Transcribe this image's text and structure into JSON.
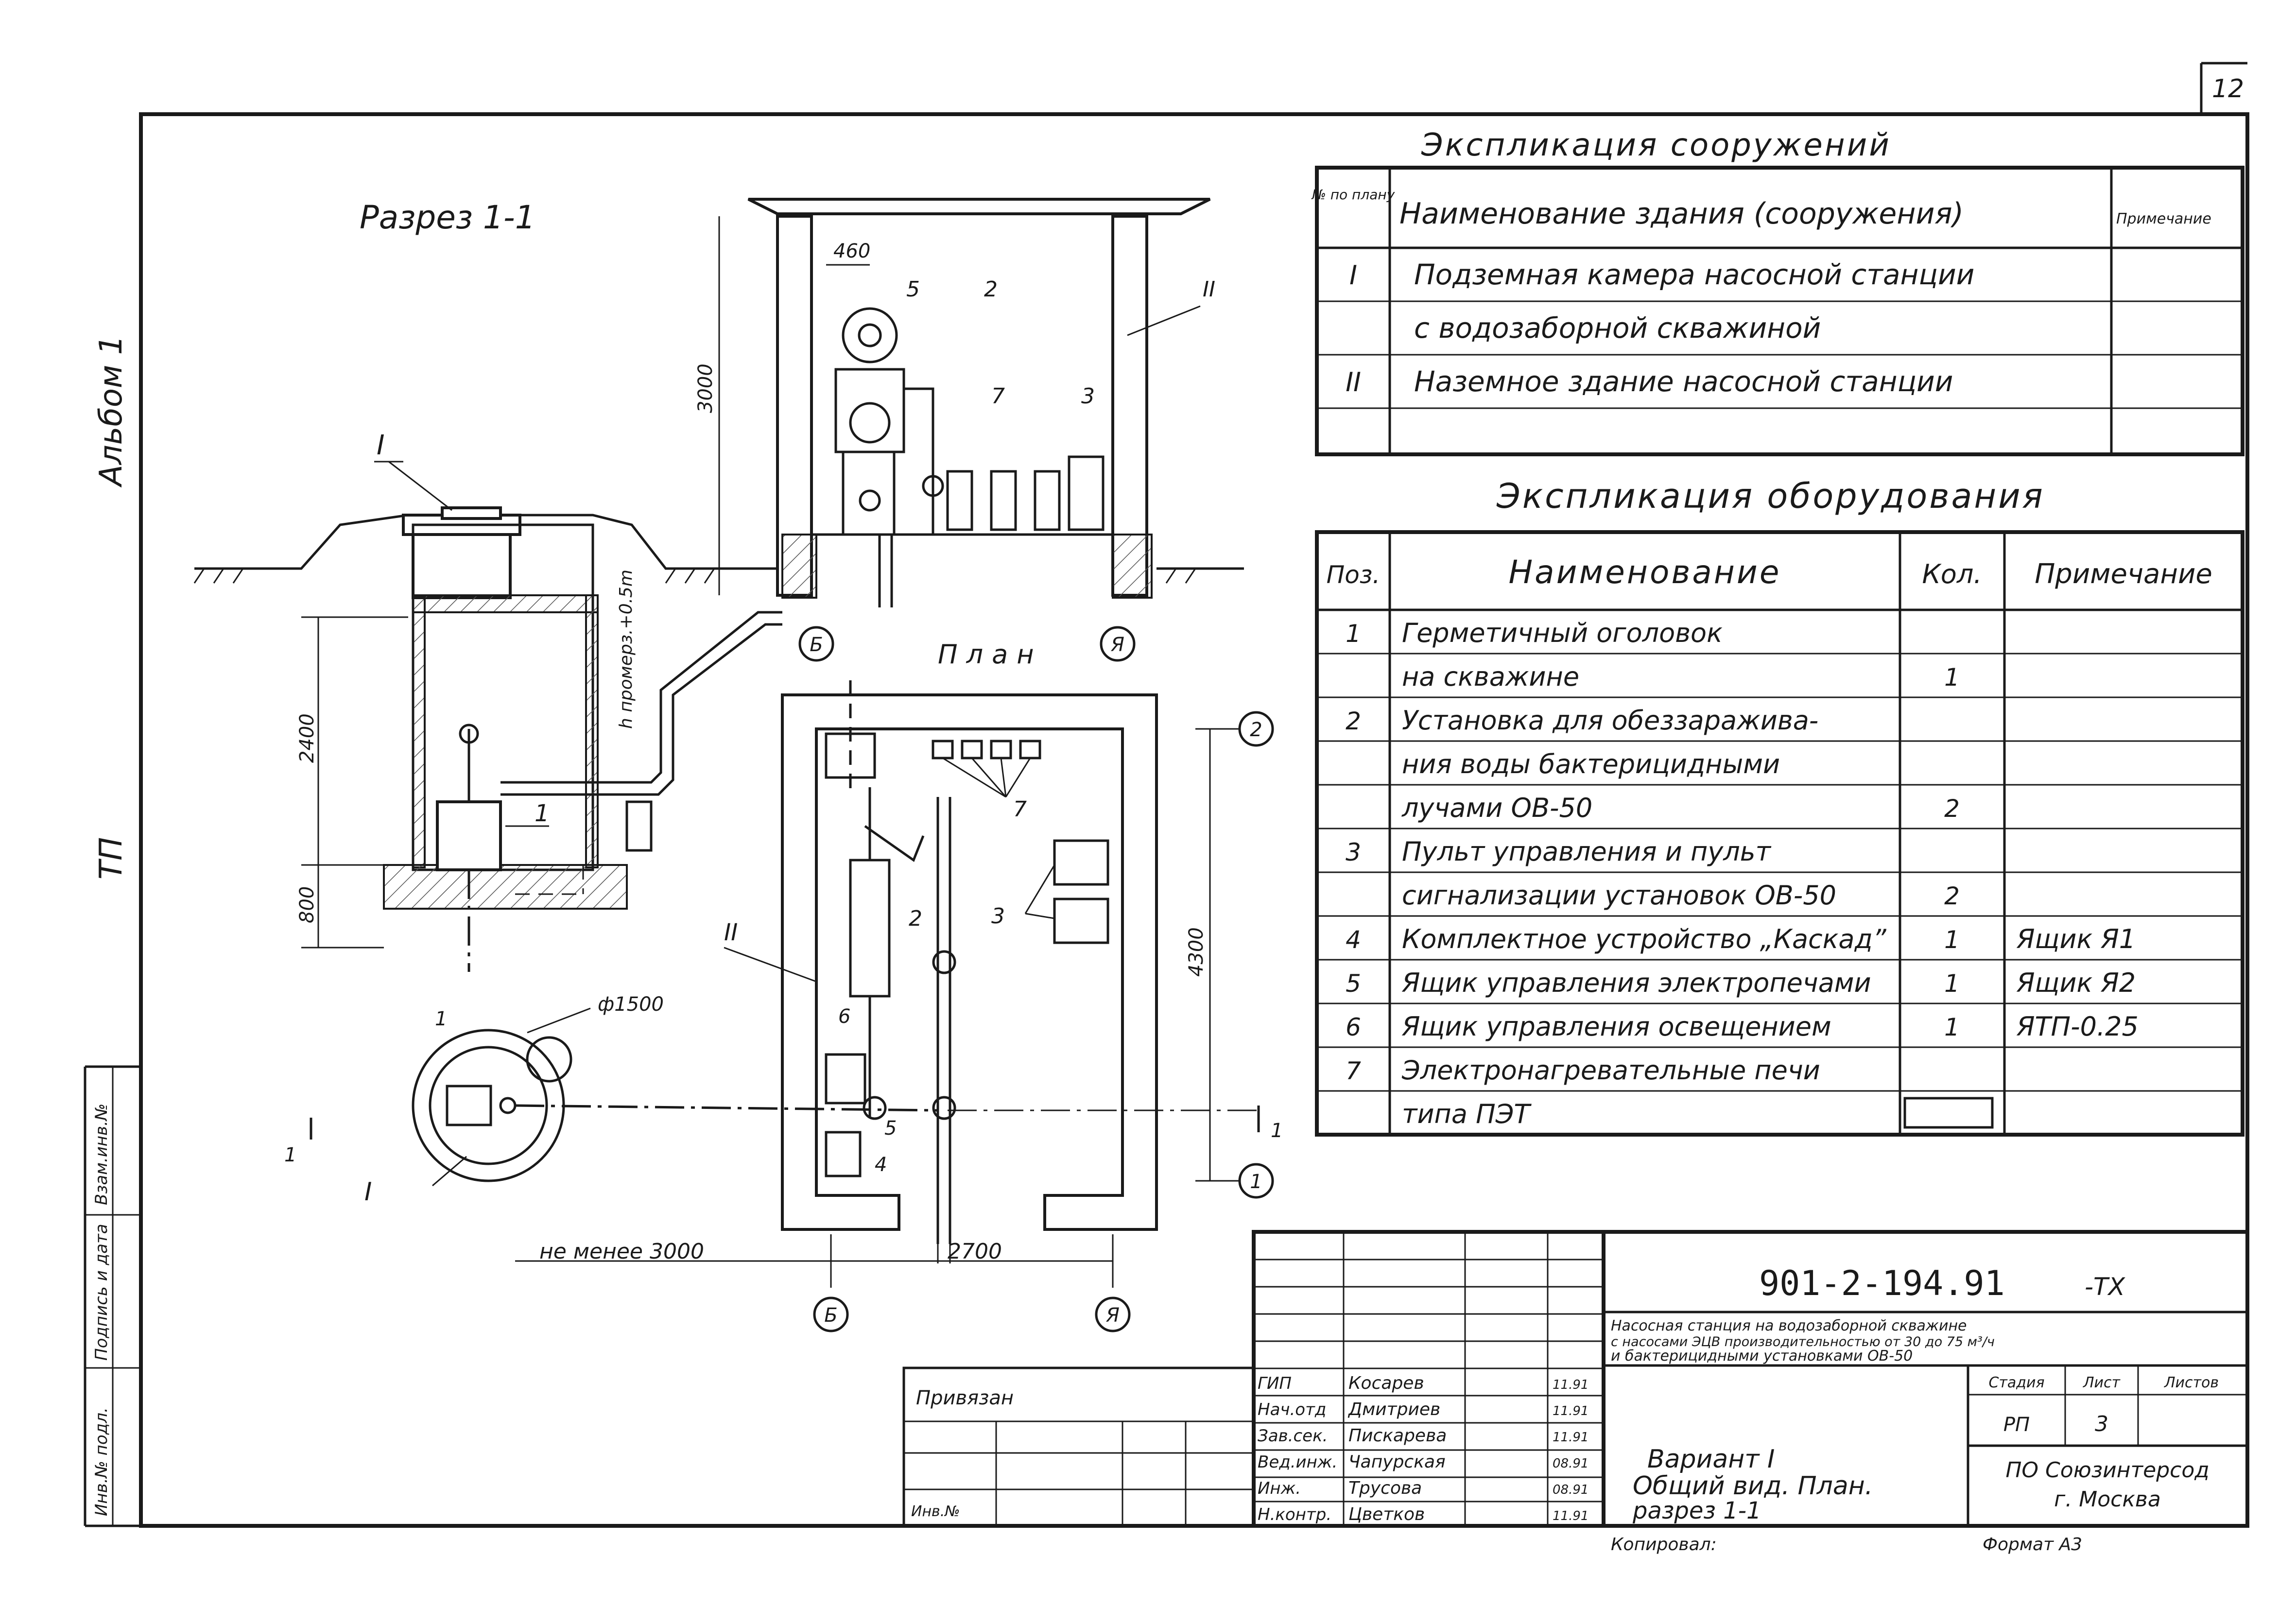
{
  "sheet": {
    "page_number": "12",
    "album_label": "Альбом 1",
    "tp_label": "ТП",
    "stamp_left": [
      "Взам.инв.№",
      "Подпись и дата",
      "Инв.№ подл."
    ]
  },
  "section": {
    "title": "Разрез 1-1",
    "plan_title": "План",
    "dims": {
      "d460": "460",
      "d3000": "3000",
      "d2400": "2400",
      "d800": "800",
      "d4300": "4300",
      "d2700": "2700",
      "not_less": "не менее 3000",
      "phi1500": "ф1500",
      "freeze": "h промерз.+0.5m"
    },
    "labels": {
      "I": "I",
      "II": "II",
      "axis_B": "Б",
      "axis_Ya": "Я",
      "axis_1": "1",
      "axis_2": "2",
      "p1": "1",
      "p2": "2",
      "p3": "3",
      "p4": "4",
      "p5": "5",
      "p6": "6",
      "p7": "7",
      "cut": "1"
    }
  },
  "structures": {
    "title": "Экспликация сооружений",
    "headers": [
      "№ по плану",
      "Наименование здания (сооружения)",
      "Примечание"
    ],
    "rows": [
      {
        "num": "I",
        "name": "Подземная камера насосной станции",
        "note": ""
      },
      {
        "num": "",
        "name": "с водозаборной скважиной",
        "note": ""
      },
      {
        "num": "II",
        "name": "Наземное здание насосной станции",
        "note": ""
      },
      {
        "num": "",
        "name": "",
        "note": ""
      }
    ]
  },
  "equipment": {
    "title": "Экспликация оборудования",
    "headers": [
      "Поз.",
      "Наименование",
      "Кол.",
      "Примечание"
    ],
    "rows": [
      {
        "pos": "1",
        "name": "Герметичный оголовок",
        "qty": "",
        "note": ""
      },
      {
        "pos": "",
        "name": "на скважине",
        "qty": "1",
        "note": ""
      },
      {
        "pos": "2",
        "name": "Установка для обеззаражива-",
        "qty": "",
        "note": ""
      },
      {
        "pos": "",
        "name": "ния воды бактерицидными",
        "qty": "",
        "note": ""
      },
      {
        "pos": "",
        "name": "лучами ОВ-50",
        "qty": "2",
        "note": ""
      },
      {
        "pos": "3",
        "name": "Пульт управления и пульт",
        "qty": "",
        "note": ""
      },
      {
        "pos": "",
        "name": "сигнализации установок ОВ-50",
        "qty": "2",
        "note": ""
      },
      {
        "pos": "4",
        "name": "Комплектное устройство „Каскад”",
        "qty": "1",
        "note": "Ящик Я1"
      },
      {
        "pos": "5",
        "name": "Ящик управления электропечами",
        "qty": "1",
        "note": "Ящик Я2"
      },
      {
        "pos": "6",
        "name": "Ящик управления освещением",
        "qty": "1",
        "note": "ЯТП-0.25"
      },
      {
        "pos": "7",
        "name": "Электронагревательные печи",
        "qty": "",
        "note": ""
      },
      {
        "pos": "",
        "name": "типа ПЭТ",
        "qty": "",
        "note": ""
      }
    ]
  },
  "title_block": {
    "code": "901-2-194.91",
    "suffix": "-ТХ",
    "desc1": "Насосная станция на водозаборной скважине",
    "desc2": "с насосами ЭЦВ производительностью от 30 до 75 м³/ч",
    "desc3": "и бактерицидными установками ОВ-50",
    "bound": "Привязан",
    "inv": "Инв.№",
    "stage_h": "Стадия",
    "sheet_h": "Лист",
    "sheets_h": "Листов",
    "stage": "РП",
    "sheet_no": "3",
    "drawing1": "Вариант I",
    "drawing2": "Общий вид. План.",
    "drawing3": "разрез 1-1",
    "org1": "ПО Союзинтерсод",
    "org2": "г. Москва",
    "copied": "Копировал:",
    "format": "Формат А3",
    "people": [
      {
        "role": "ГИП",
        "name": "Косарев",
        "date": "11.91"
      },
      {
        "role": "Нач.отд",
        "name": "Дмитриев",
        "date": "11.91"
      },
      {
        "role": "Зав.сек.",
        "name": "Пискарева",
        "date": "11.91"
      },
      {
        "role": "Вед.инж.",
        "name": "Чапурская",
        "date": "08.91"
      },
      {
        "role": "Инж.",
        "name": "Трусова",
        "date": "08.91"
      },
      {
        "role": "Н.контр.",
        "name": "Цветков",
        "date": "11.91"
      }
    ]
  }
}
